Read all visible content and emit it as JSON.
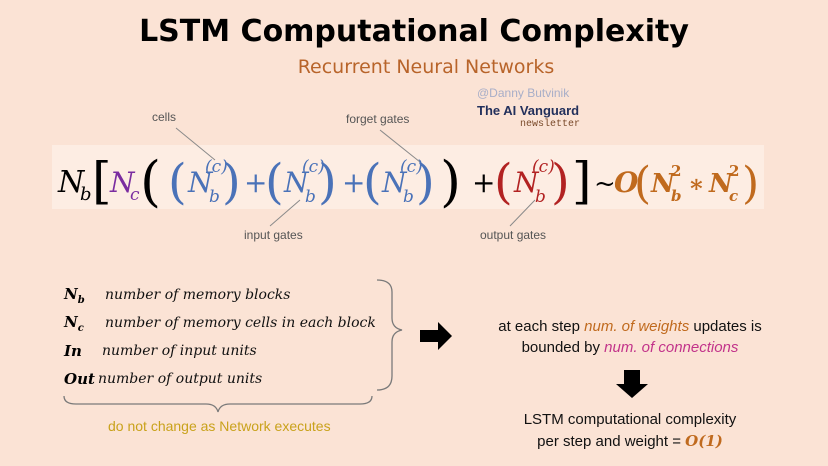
{
  "title": "LSTM Computational Complexity",
  "subtitle": "Recurrent Neural Networks",
  "watermark": {
    "handle": "@Danny Butvinik",
    "brand": "The AI Vanguard",
    "tag": "newsletter"
  },
  "formula": {
    "Nb": "N",
    "Nb_sub": "b",
    "Nc": "N",
    "Nc_sub": "c",
    "sup_c": "(c)",
    "plus": "+",
    "tilde": "~",
    "big_o": "O",
    "star": "∗",
    "sq": "2",
    "lbr": "[",
    "rbr": "]",
    "lp": "(",
    "rp": ")"
  },
  "callouts": {
    "cells": "cells",
    "forget_gates": "forget gates",
    "input_gates": "input gates",
    "output_gates": "output gates"
  },
  "definitions": [
    {
      "symbol": "N",
      "sub": "b",
      "text": "number of memory blocks"
    },
    {
      "symbol": "N",
      "sub": "c",
      "text": "number of memory cells in each block"
    },
    {
      "symbol": "In",
      "sub": "",
      "text": "number of input units"
    },
    {
      "symbol": "Out",
      "sub": "",
      "text": "number of output units"
    }
  ],
  "note": "do not change as Network executes",
  "right": {
    "line1_a": "at each step ",
    "line1_b": "num. of weights",
    "line1_c": " updates is",
    "line2_a": "bounded by ",
    "line2_b": "num. of connections",
    "line3": "LSTM computational complexity",
    "line4_a": "per step and weight = ",
    "line4_b": "O(1)"
  },
  "colors": {
    "background": "#fbe3d5",
    "input_blue": "#4a72b8",
    "output_red": "#b22222",
    "nc_purple": "#7a2ca0",
    "complexity_orange": "#c06a1e",
    "note_gold": "#c9a21b",
    "subtitle_orange": "#b8642a"
  }
}
